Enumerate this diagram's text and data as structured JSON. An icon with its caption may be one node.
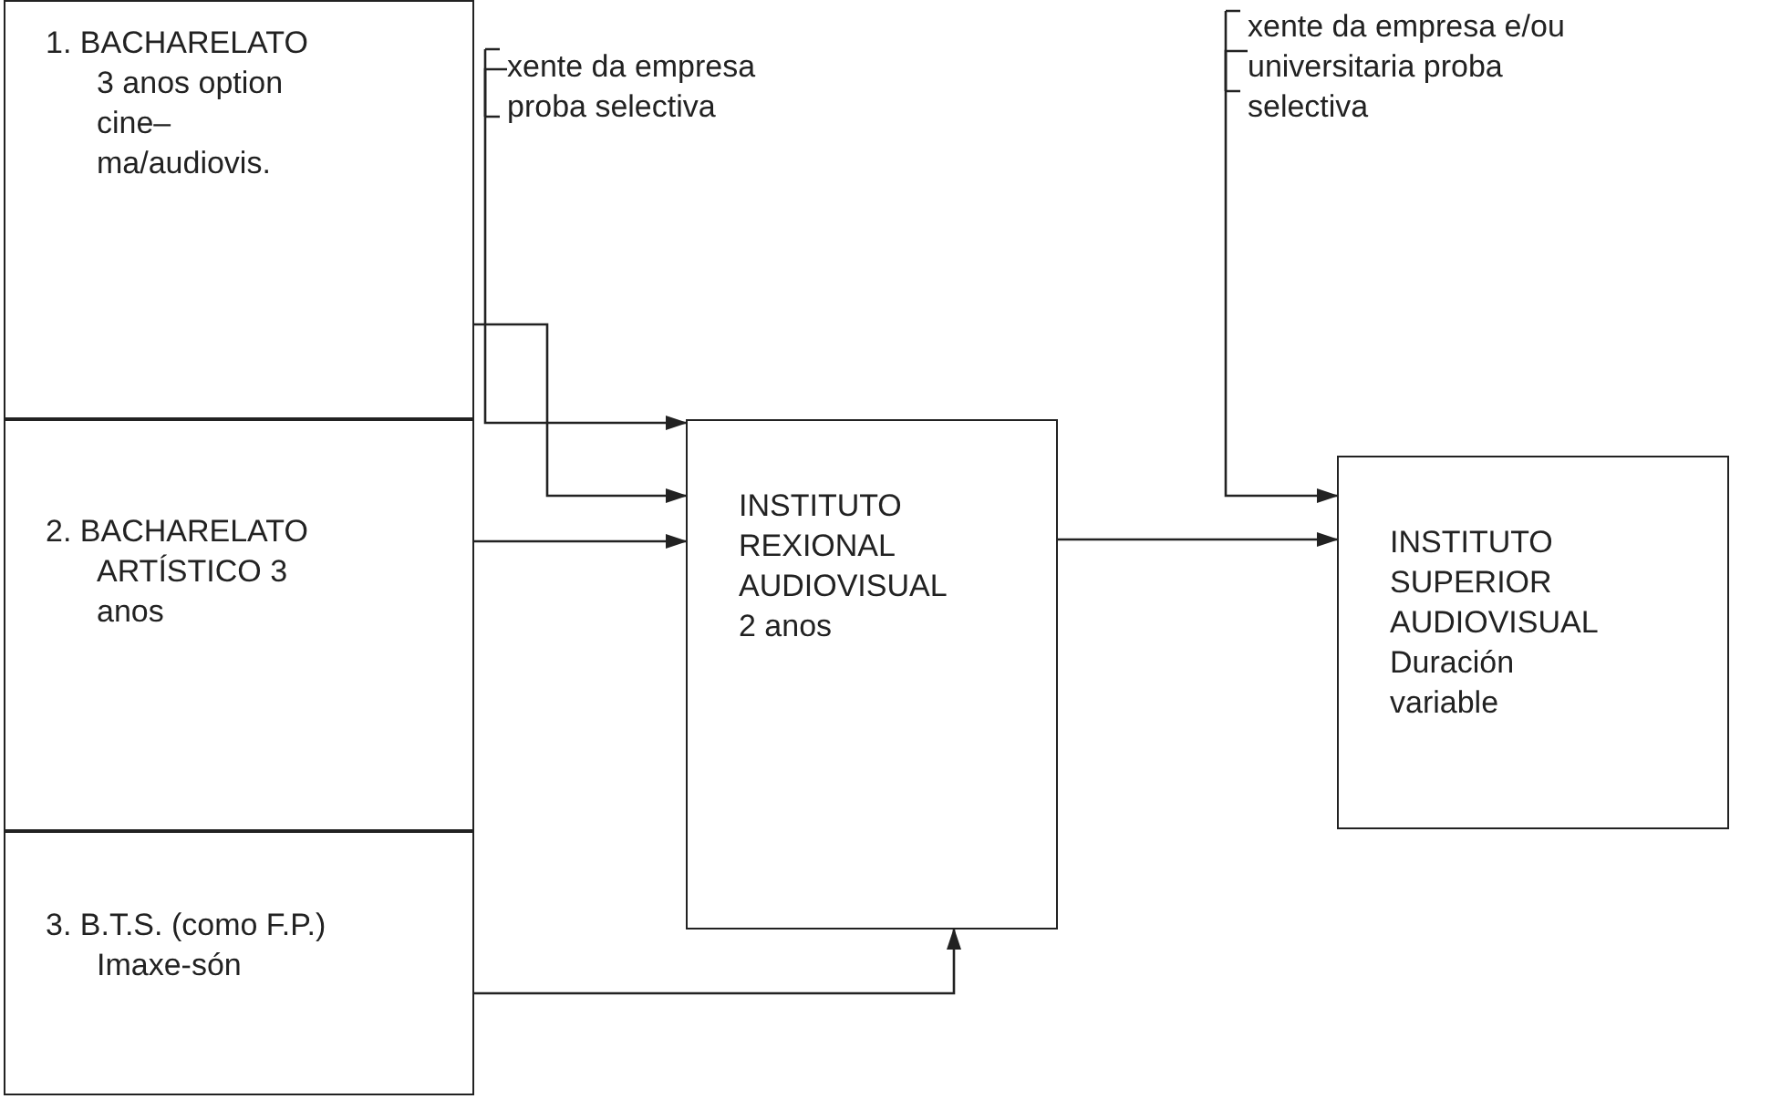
{
  "diagram": {
    "nodes": [
      {
        "text": [
          "1. BACHARELATO 3 anos option cine–ma/audiovis."
        ]
      },
      {
        "text": [
          "2. BACHARELATO ARTÍSTICO 3 anos"
        ]
      },
      {
        "text": [
          "3. B.T.S. (como F.P.) Imaxe-són"
        ]
      },
      {
        "text": [
          "INSTITUTO REXIONAL AUDIOVISUAL 2 anos"
        ]
      },
      {
        "text": [
          "INSTITUTO SUPERIOR AUDIOVISUAL Duración variable"
        ]
      },
      {
        "text": [
          "xente da empresa proba selectiva"
        ]
      },
      {
        "text": [
          "xente da empresa e/ou universitaria proba selectiva"
        ]
      }
    ],
    "edges": [
      {
        "from": 0,
        "to": 3,
        "arrow": "to"
      },
      {
        "from": 5,
        "to": 3,
        "arrow": "to"
      },
      {
        "from": 1,
        "to": 3,
        "arrow": "to"
      },
      {
        "from": 2,
        "to": 3,
        "arrow": "to"
      },
      {
        "from": 3,
        "to": 4,
        "arrow": "to"
      },
      {
        "from": 6,
        "to": 4,
        "arrow": "to"
      }
    ]
  }
}
